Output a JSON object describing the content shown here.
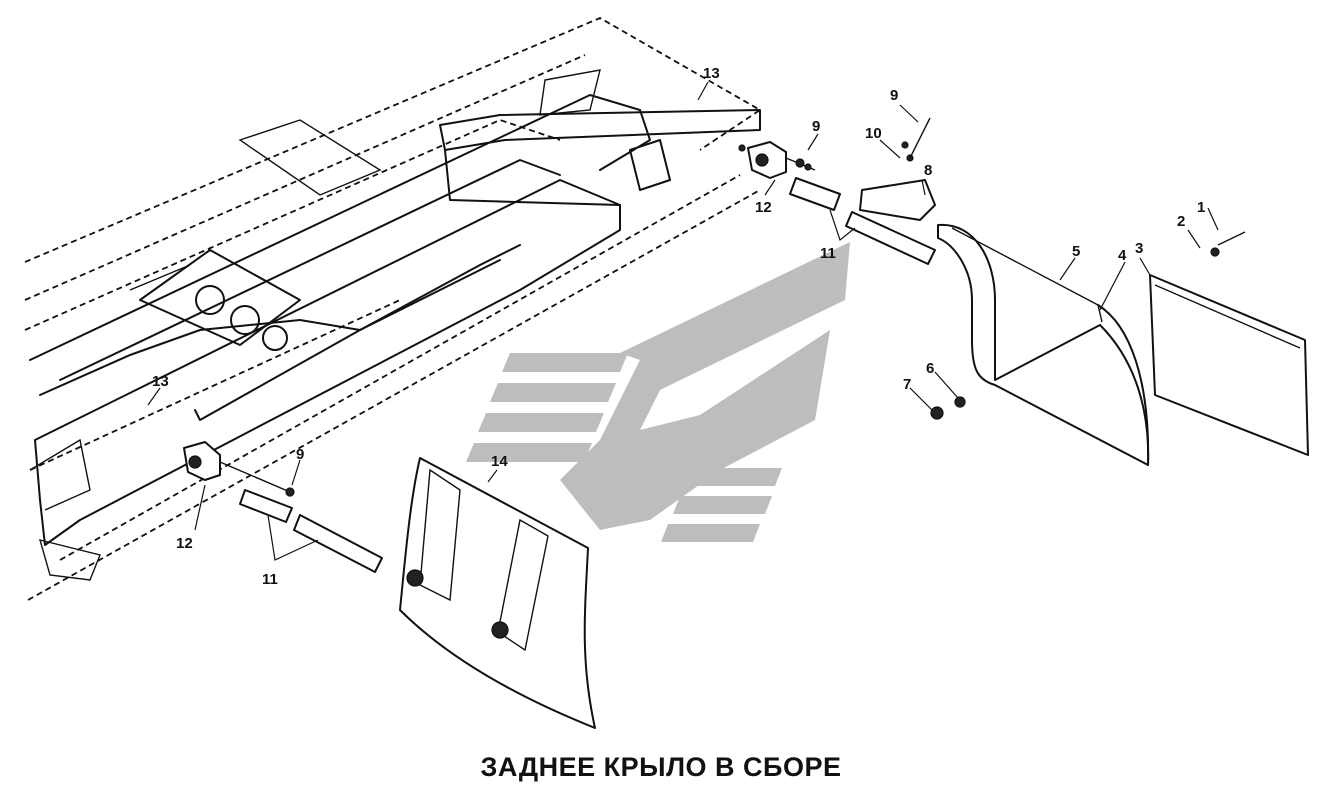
{
  "caption": "ЗАДНЕЕ КРЫЛО В СБОРЕ",
  "watermark": {
    "color": "#bdbdbd",
    "kind": "logo"
  },
  "callouts": [
    {
      "id": "1",
      "text": "1"
    },
    {
      "id": "2",
      "text": "2"
    },
    {
      "id": "3",
      "text": "3"
    },
    {
      "id": "4",
      "text": "4"
    },
    {
      "id": "5",
      "text": "5"
    },
    {
      "id": "6",
      "text": "6"
    },
    {
      "id": "7",
      "text": "7"
    },
    {
      "id": "8",
      "text": "8"
    },
    {
      "id": "9a",
      "text": "9"
    },
    {
      "id": "9b",
      "text": "9"
    },
    {
      "id": "9c",
      "text": "9"
    },
    {
      "id": "10",
      "text": "10"
    },
    {
      "id": "11a",
      "text": "11"
    },
    {
      "id": "11b",
      "text": "11"
    },
    {
      "id": "12a",
      "text": "12"
    },
    {
      "id": "12b",
      "text": "12"
    },
    {
      "id": "13a",
      "text": "13"
    },
    {
      "id": "13b",
      "text": "13"
    },
    {
      "id": "14",
      "text": "14"
    }
  ]
}
